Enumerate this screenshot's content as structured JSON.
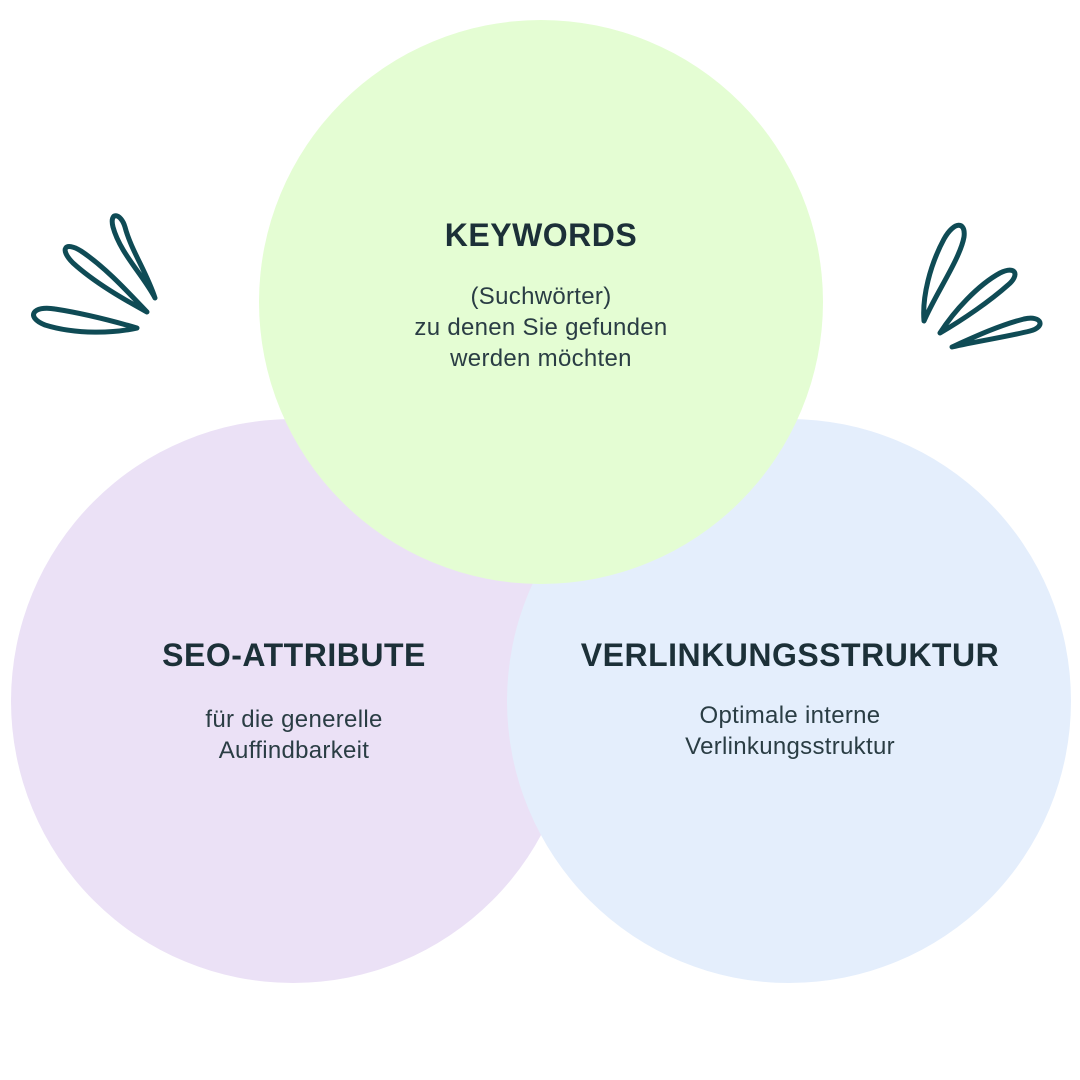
{
  "colors": {
    "keywords_fill": "#e4fdd3",
    "seo_fill": "#ebe1f6",
    "link_fill": "#e4eefc",
    "leaf_stroke": "#0f4b55",
    "text": "#21343b"
  },
  "keywords": {
    "title": "KEYWORDS",
    "lines": [
      "(Suchwörter)",
      "zu denen Sie gefunden",
      "werden möchten"
    ]
  },
  "seo": {
    "title": "SEO-ATTRIBUTE",
    "lines": [
      "für die generelle",
      "Auffindbarkeit"
    ]
  },
  "link": {
    "title": "VERLINKUNGSSTRUKTUR",
    "lines": [
      "Optimale interne",
      "Verlinkungsstruktur"
    ]
  },
  "decorations": {
    "left_icon": "leaves-icon",
    "right_icon": "leaves-icon"
  }
}
